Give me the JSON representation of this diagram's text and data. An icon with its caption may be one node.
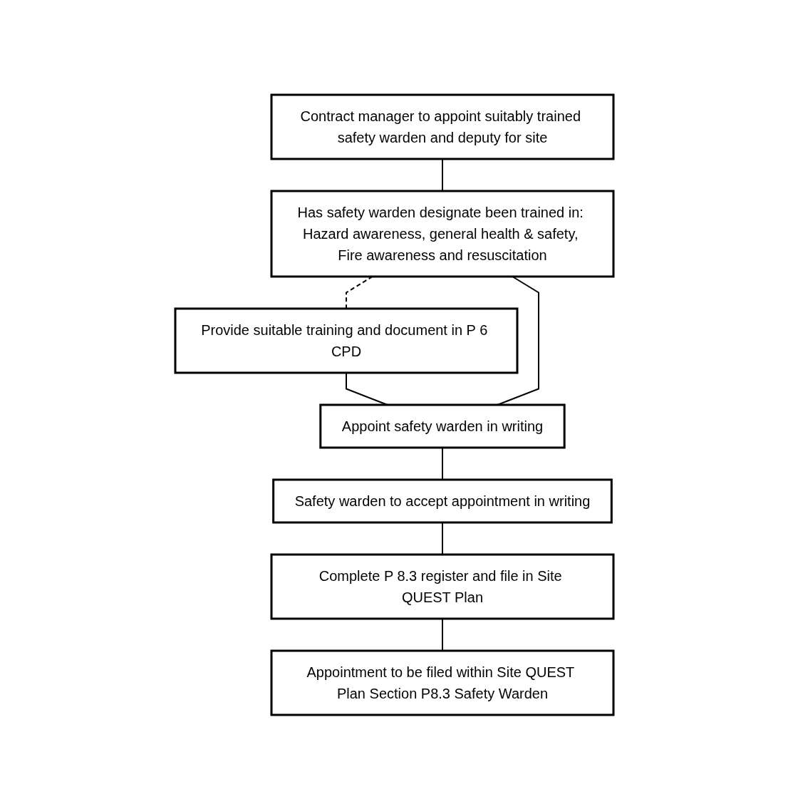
{
  "diagram": {
    "nodes": [
      {
        "text": [
          "Contract manager to appoint suitably trained safety warden and deputy for site"
        ]
      },
      {
        "text": [
          "Has safety warden designate been trained in: Hazard awareness, general health & safety, Fire awareness and resuscitation"
        ]
      },
      {
        "text": [
          "Provide suitable training and document in P 6 CPD"
        ]
      },
      {
        "text": [
          "Appoint safety warden in writing"
        ]
      },
      {
        "text": [
          "Safety warden to accept appointment in writing"
        ]
      },
      {
        "text": [
          "Complete P 8.3 register and file in Site QUEST Plan"
        ]
      },
      {
        "text": [
          "Appointment to be filed within Site QUEST Plan Section P8.3 Safety Warden"
        ]
      }
    ],
    "edges": [
      {
        "from": 0,
        "to": 1,
        "arrow": "none"
      },
      {
        "from": 1,
        "to": 2,
        "arrow": "none",
        "style": "dashed"
      },
      {
        "from": 2,
        "to": 3,
        "arrow": "none"
      },
      {
        "from": 1,
        "to": 3,
        "arrow": "none"
      },
      {
        "from": 3,
        "to": 4,
        "arrow": "none"
      },
      {
        "from": 4,
        "to": 5,
        "arrow": "none"
      },
      {
        "from": 5,
        "to": 6,
        "arrow": "none"
      }
    ]
  }
}
